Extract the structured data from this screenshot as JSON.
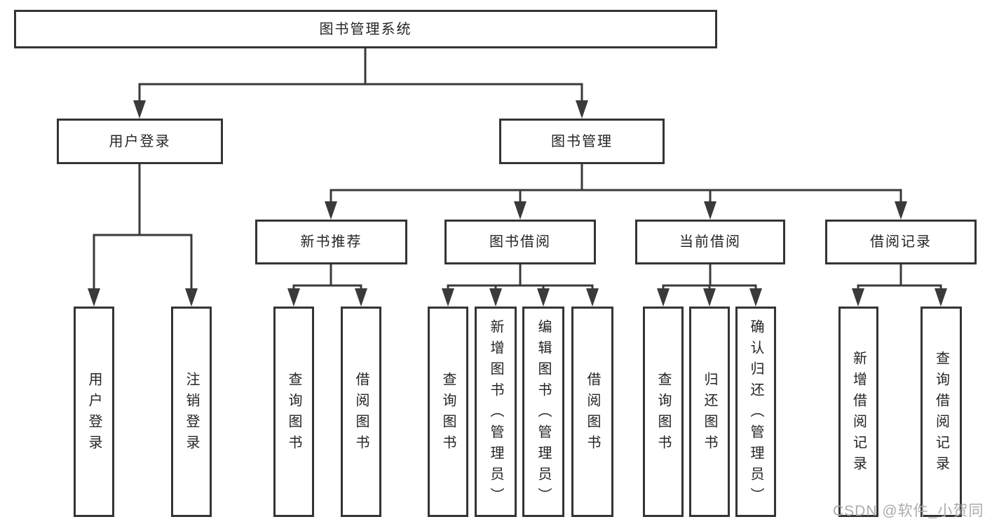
{
  "diagram": {
    "root": {
      "label": "图书管理系统"
    },
    "branches": [
      {
        "label": "用户登录",
        "children": [
          {
            "label": "用户登录"
          },
          {
            "label": "注销登录"
          }
        ]
      },
      {
        "label": "图书管理",
        "children": [
          {
            "label": "新书推荐",
            "children": [
              {
                "label": "查询图书"
              },
              {
                "label": "借阅图书"
              }
            ]
          },
          {
            "label": "图书借阅",
            "children": [
              {
                "label": "查询图书"
              },
              {
                "label": "新增图书（管理员）"
              },
              {
                "label": "编辑图书（管理员）"
              },
              {
                "label": "借阅图书"
              }
            ]
          },
          {
            "label": "当前借阅",
            "children": [
              {
                "label": "查询图书"
              },
              {
                "label": "归还图书"
              },
              {
                "label": "确认归还（管理员）"
              }
            ]
          },
          {
            "label": "借阅记录",
            "children": [
              {
                "label": "新增借阅记录"
              },
              {
                "label": "查询借阅记录"
              }
            ]
          }
        ]
      }
    ]
  },
  "watermark": {
    "text": "CSDN @软件_小贺同学"
  },
  "colors": {
    "line": "#3a3a3a",
    "border": "#343434",
    "text": "#242424",
    "watermark": "#ababab",
    "background": "#ffffff"
  }
}
